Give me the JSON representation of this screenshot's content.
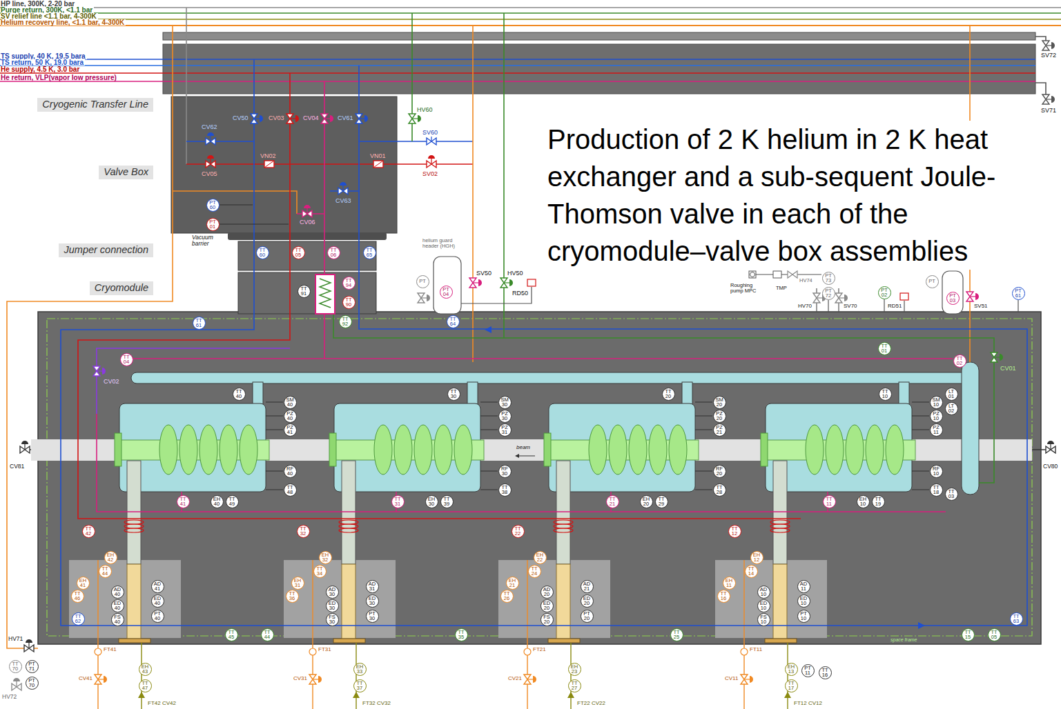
{
  "diagram": {
    "nodes": [
      {
        "text": [
          "Cryogenic Transfer Line"
        ]
      },
      {
        "text": [
          "Valve Box"
        ]
      },
      {
        "text": [
          "Jumper connection"
        ]
      },
      {
        "text": [
          "Cryomodule"
        ]
      },
      {
        "text": [
          "PT 60"
        ]
      },
      {
        "text": [
          "PT 01"
        ]
      },
      {
        "text": [
          "TT 60"
        ]
      },
      {
        "text": [
          "TT 05"
        ]
      },
      {
        "text": [
          "TT 06"
        ]
      },
      {
        "text": [
          "TT 65"
        ]
      },
      {
        "text": [
          "PT"
        ]
      },
      {
        "text": [
          "PT 04"
        ]
      },
      {
        "text": [
          "TT 91"
        ]
      },
      {
        "text": [
          "TT 94"
        ]
      },
      {
        "text": [
          "TT 90"
        ]
      },
      {
        "text": [
          "TT 92"
        ]
      },
      {
        "text": [
          "PT 73"
        ]
      },
      {
        "text": [
          "PT 72"
        ]
      },
      {
        "text": [
          "PT"
        ]
      },
      {
        "text": [
          "PT 02"
        ]
      },
      {
        "text": [
          "PT 03"
        ]
      },
      {
        "text": [
          "PT 61"
        ]
      },
      {
        "text": [
          "TT 61"
        ]
      },
      {
        "text": [
          "TT 64"
        ]
      },
      {
        "text": [
          "TT 01"
        ]
      },
      {
        "text": [
          "TT 04"
        ]
      },
      {
        "text": [
          "TT 02"
        ]
      },
      {
        "text": [
          "LT 01"
        ]
      },
      {
        "text": [
          "LT 02"
        ]
      },
      {
        "text": [
          "TT 03"
        ]
      },
      {
        "text": [
          "TT 62"
        ]
      },
      {
        "text": [
          "TT 63"
        ]
      },
      {
        "text": [
          "TT 70"
        ]
      },
      {
        "text": [
          "PT 71"
        ]
      },
      {
        "text": [
          "PT 70"
        ]
      },
      {
        "text": [
          "PT 11"
        ]
      },
      {
        "text": [
          "TT 16"
        ]
      },
      {
        "text": [
          "TT 45"
        ]
      },
      {
        "text": [
          "TT 44"
        ]
      },
      {
        "text": [
          "TT 35"
        ]
      },
      {
        "text": [
          "TT 25"
        ]
      },
      {
        "text": [
          "TT 15"
        ]
      },
      {
        "text": [
          "TT 05"
        ]
      },
      {
        "text": [
          "TT 40"
        ]
      },
      {
        "text": [
          "SM 40"
        ]
      },
      {
        "text": [
          "PZ 40"
        ]
      },
      {
        "text": [
          "PZ 41"
        ]
      },
      {
        "text": [
          "RF 40"
        ]
      },
      {
        "text": [
          "TT 48"
        ]
      },
      {
        "text": [
          "TT 41"
        ]
      },
      {
        "text": [
          "EH 40"
        ]
      },
      {
        "text": [
          "TT 49"
        ]
      },
      {
        "text": [
          "TT 42"
        ]
      },
      {
        "text": [
          "EH 42"
        ]
      },
      {
        "text": [
          "TT 44"
        ]
      },
      {
        "text": [
          "EH 41"
        ]
      },
      {
        "text": [
          "TT 46"
        ]
      },
      {
        "text": [
          "AD 40"
        ]
      },
      {
        "text": [
          "ED 40"
        ]
      },
      {
        "text": [
          "FS 40"
        ]
      },
      {
        "text": [
          "AD 41"
        ]
      },
      {
        "text": [
          "ED 40"
        ]
      },
      {
        "text": [
          "PT 40"
        ]
      },
      {
        "text": [
          "EH 43"
        ]
      },
      {
        "text": [
          "TT 47"
        ]
      },
      {
        "text": [
          "TT 30"
        ]
      },
      {
        "text": [
          "SM 30"
        ]
      },
      {
        "text": [
          "PZ 30"
        ]
      },
      {
        "text": [
          "PZ 31"
        ]
      },
      {
        "text": [
          "RF 30"
        ]
      },
      {
        "text": [
          "TT 38"
        ]
      },
      {
        "text": [
          "TT 31"
        ]
      },
      {
        "text": [
          "EH 30"
        ]
      },
      {
        "text": [
          "TT 39"
        ]
      },
      {
        "text": [
          "TT 32"
        ]
      },
      {
        "text": [
          "EH 32"
        ]
      },
      {
        "text": [
          "TT 34"
        ]
      },
      {
        "text": [
          "EH 31"
        ]
      },
      {
        "text": [
          "TT 36"
        ]
      },
      {
        "text": [
          "AD 30"
        ]
      },
      {
        "text": [
          "ED 30"
        ]
      },
      {
        "text": [
          "FS 30"
        ]
      },
      {
        "text": [
          "AD 31"
        ]
      },
      {
        "text": [
          "ED 30"
        ]
      },
      {
        "text": [
          "PT 30"
        ]
      },
      {
        "text": [
          "EH 33"
        ]
      },
      {
        "text": [
          "TT 37"
        ]
      },
      {
        "text": [
          "TT 20"
        ]
      },
      {
        "text": [
          "SM 20"
        ]
      },
      {
        "text": [
          "PZ 20"
        ]
      },
      {
        "text": [
          "PZ 21"
        ]
      },
      {
        "text": [
          "RF 20"
        ]
      },
      {
        "text": [
          "TT 28"
        ]
      },
      {
        "text": [
          "TT 21"
        ]
      },
      {
        "text": [
          "EH 20"
        ]
      },
      {
        "text": [
          "TT 29"
        ]
      },
      {
        "text": [
          "TT 22"
        ]
      },
      {
        "text": [
          "EH 22"
        ]
      },
      {
        "text": [
          "TT 24"
        ]
      },
      {
        "text": [
          "EH 21"
        ]
      },
      {
        "text": [
          "TT 26"
        ]
      },
      {
        "text": [
          "AD 20"
        ]
      },
      {
        "text": [
          "ED 20"
        ]
      },
      {
        "text": [
          "FS 20"
        ]
      },
      {
        "text": [
          "AD 21"
        ]
      },
      {
        "text": [
          "ED 20"
        ]
      },
      {
        "text": [
          "PT 20"
        ]
      },
      {
        "text": [
          "EH 23"
        ]
      },
      {
        "text": [
          "TT 27"
        ]
      },
      {
        "text": [
          "TT 10"
        ]
      },
      {
        "text": [
          "SM 10"
        ]
      },
      {
        "text": [
          "PZ 10"
        ]
      },
      {
        "text": [
          "PZ 11"
        ]
      },
      {
        "text": [
          "RF 10"
        ]
      },
      {
        "text": [
          "TT 18"
        ]
      },
      {
        "text": [
          "TT 11"
        ]
      },
      {
        "text": [
          "EH 10"
        ]
      },
      {
        "text": [
          "TT 19"
        ]
      },
      {
        "text": [
          "TT 12"
        ]
      },
      {
        "text": [
          "EH 12"
        ]
      },
      {
        "text": [
          "TT 14"
        ]
      },
      {
        "text": [
          "EH 11"
        ]
      },
      {
        "text": [
          "TT 16"
        ]
      },
      {
        "text": [
          "AD 10"
        ]
      },
      {
        "text": [
          "ED 10"
        ]
      },
      {
        "text": [
          "FS 10"
        ]
      },
      {
        "text": [
          "AD 11"
        ]
      },
      {
        "text": [
          "ED 10"
        ]
      },
      {
        "text": [
          "PT 10"
        ]
      },
      {
        "text": [
          "EH 13"
        ]
      },
      {
        "text": [
          "TT 17"
        ]
      }
    ],
    "labels": [
      "Production of 2 K helium in 2 K heat exchanger and a sub-sequent Joule-Thomson valve in each of the cryomodule–valve box assemblies",
      "CV62",
      "CV50",
      "CV03",
      "CV04",
      "CV61",
      "HV60",
      "SV60",
      "CV05",
      "VN02",
      "VN01",
      "SV02",
      "CV63",
      "CV06",
      "Vacuum barrier",
      "SV72",
      "SV71",
      "helium guard header (HGH)",
      "SV50",
      "HV50",
      "RD50",
      "Roughing pump MPC",
      "TMP",
      "HV74",
      "HV70",
      "SV70",
      "RD51",
      "SV51",
      "CV02",
      "CV01",
      "CV81",
      "CV80",
      "beam",
      "space frame",
      "HV71",
      "HV72",
      "FT41",
      "CV41",
      "FT42 CV42",
      "FT31",
      "CV31",
      "FT32 CV32",
      "FT21",
      "CV21",
      "FT22 CV22",
      "FT11",
      "CV11",
      "FT12 CV12"
    ],
    "legend": [
      {
        "text": "HP line, 300K, 2-20 bar"
      },
      {
        "text": "Purge return, 300K, <1.1 bar"
      },
      {
        "text": "SV relief line <1.1 bar, 4-300K"
      },
      {
        "text": "Helium recovery line, <1.1 bar, 4-300K"
      },
      {
        "text": "TS supply, 40 K, 19.5 bara"
      },
      {
        "text": "TS return, 50 K, 19.0 bara"
      },
      {
        "text": "He supply, 4.5 K, 3.0 bar"
      },
      {
        "text": "He return, VLP(vapor low pressure)"
      }
    ]
  }
}
